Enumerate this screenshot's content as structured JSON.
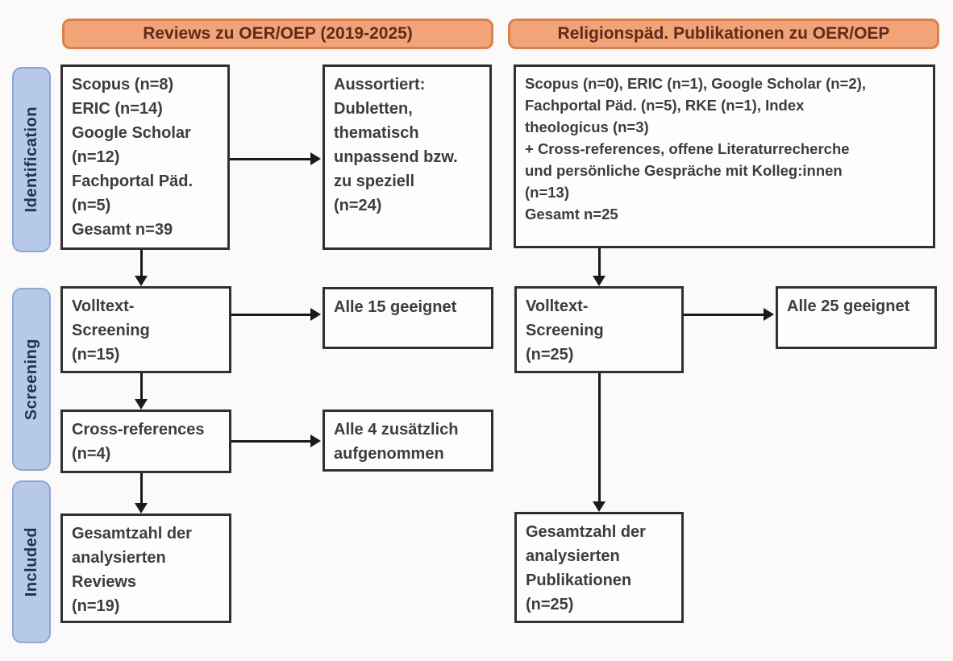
{
  "headers": {
    "left": "Reviews zu OER/OEP (2019-2025)",
    "right": "Religionspäd. Publikationen zu OER/OEP"
  },
  "stage_labels": {
    "identification": "Identification",
    "screening": "Screening",
    "included": "Included"
  },
  "left_flow": {
    "sources": "Scopus (n=8)\nERIC (n=14)\nGoogle Scholar\n(n=12)\nFachportal Päd.\n(n=5)\nGesamt n=39",
    "excluded": "Aussortiert:\nDubletten,\nthematisch\nunpassend bzw.\nzu speziell\n(n=24)",
    "fulltext": "Volltext-\nScreening\n(n=15)",
    "fulltext_result": "Alle 15 geeignet",
    "crossref": "Cross-references\n(n=4)",
    "crossref_result": "Alle 4 zusätzlich\naufgenommen",
    "total": "Gesamtzahl der\nanalysierten\nReviews\n(n=19)"
  },
  "right_flow": {
    "sources": "Scopus (n=0), ERIC (n=1), Google Scholar (n=2),\nFachportal Päd. (n=5), RKE (n=1), Index\ntheologicus (n=3)\n+ Cross-references, offene Literaturrecherche\nund persönliche Gespräche mit Kolleg:innen\n(n=13)\nGesamt n=25",
    "fulltext": "Volltext-\nScreening\n(n=25)",
    "fulltext_result": "Alle 25 geeignet",
    "total": "Gesamtzahl der\nanalysierten\nPublikationen\n(n=25)"
  },
  "colors": {
    "header_fill": "#F2A377",
    "header_border": "#D8824F",
    "header_text": "#5E2B1C",
    "stage_fill": "#B7C9E9",
    "stage_border": "#8FA5D3",
    "stage_text": "#1F3255",
    "box_border": "#303030",
    "box_text": "#3D3D3D",
    "arrow": "#1A1A1A"
  }
}
